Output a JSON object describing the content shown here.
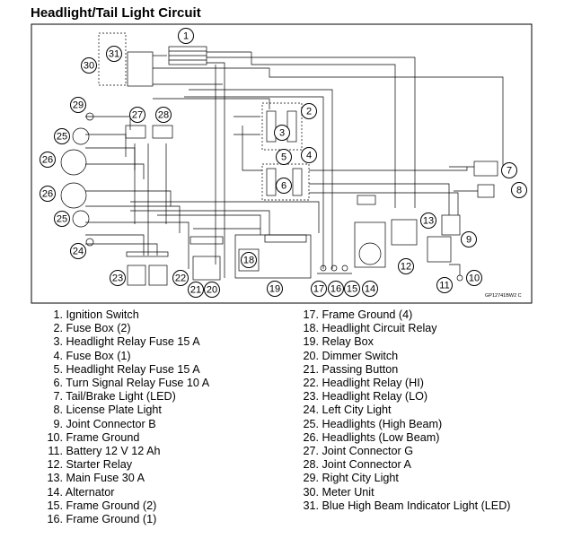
{
  "title": "Headlight/Tail Light Circuit",
  "diagram_code": "GP12741BW2 C",
  "callouts": [
    "1",
    "2",
    "3",
    "4",
    "5",
    "6",
    "7",
    "8",
    "9",
    "10",
    "11",
    "12",
    "13",
    "14",
    "15",
    "16",
    "17",
    "18",
    "19",
    "20",
    "21",
    "22",
    "23",
    "24",
    "25",
    "25",
    "26",
    "26",
    "27",
    "28",
    "29",
    "30",
    "31"
  ],
  "legend_col1": [
    {
      "num": "1.",
      "text": "Ignition Switch"
    },
    {
      "num": "2.",
      "text": "Fuse Box (2)"
    },
    {
      "num": "3.",
      "text": "Headlight Relay Fuse 15 A"
    },
    {
      "num": "4.",
      "text": "Fuse Box (1)"
    },
    {
      "num": "5.",
      "text": "Headlight Relay Fuse 15 A"
    },
    {
      "num": "6.",
      "text": "Turn Signal Relay Fuse 10 A"
    },
    {
      "num": "7.",
      "text": "Tail/Brake Light (LED)"
    },
    {
      "num": "8.",
      "text": "License Plate Light"
    },
    {
      "num": "9.",
      "text": "Joint Connector B"
    },
    {
      "num": "10.",
      "text": "Frame Ground"
    },
    {
      "num": "11.",
      "text": "Battery 12 V 12 Ah"
    },
    {
      "num": "12.",
      "text": "Starter Relay"
    },
    {
      "num": "13.",
      "text": "Main Fuse 30 A"
    },
    {
      "num": "14.",
      "text": "Alternator"
    },
    {
      "num": "15.",
      "text": "Frame Ground (2)"
    },
    {
      "num": "16.",
      "text": "Frame Ground (1)"
    }
  ],
  "legend_col2": [
    {
      "num": "17.",
      "text": "Frame Ground (4)"
    },
    {
      "num": "18.",
      "text": "Headlight Circuit Relay"
    },
    {
      "num": "19.",
      "text": "Relay Box"
    },
    {
      "num": "20.",
      "text": "Dimmer Switch"
    },
    {
      "num": "21.",
      "text": "Passing Button"
    },
    {
      "num": "22.",
      "text": "Headlight Relay (HI)"
    },
    {
      "num": "23.",
      "text": "Headlight Relay (LO)"
    },
    {
      "num": "24.",
      "text": "Left City Light"
    },
    {
      "num": "25.",
      "text": "Headlights (High Beam)"
    },
    {
      "num": "26.",
      "text": "Headlights (Low Beam)"
    },
    {
      "num": "27.",
      "text": "Joint Connector G"
    },
    {
      "num": "28.",
      "text": "Joint Connector A"
    },
    {
      "num": "29.",
      "text": "Right City Light"
    },
    {
      "num": "30.",
      "text": "Meter Unit"
    },
    {
      "num": "31.",
      "text": "Blue High Beam Indicator Light (LED)"
    }
  ]
}
